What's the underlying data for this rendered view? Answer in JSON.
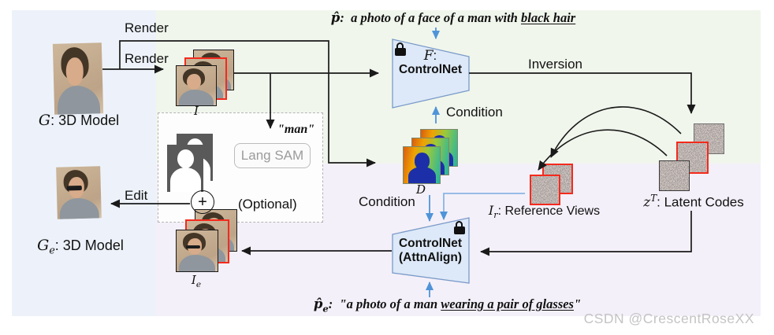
{
  "labels": {
    "render_top": "Render",
    "render_bottom": "Render",
    "inversion": "Inversion",
    "condition_upper": "Condition",
    "condition_lower": "Condition",
    "edit": "Edit",
    "optional": "(Optional)",
    "man_query": "\"man\"",
    "lang_sam": "Lang SAM",
    "plus": "+"
  },
  "nodes": {
    "source_model": {
      "sym": "G",
      "rest": ": 3D Model"
    },
    "edited_model": {
      "sym": "G",
      "sub": "e",
      "rest": ": 3D Model"
    },
    "rendered_images": {
      "sym": "I"
    },
    "edited_images": {
      "sym": "I",
      "sub": "e"
    },
    "depth_maps": {
      "sym": "D"
    },
    "latent_codes": {
      "sym": "z",
      "sup": "T",
      "rest": ": Latent Codes"
    },
    "reference_views": {
      "sym": "I",
      "sub": "r",
      "rest": ": Reference Views"
    },
    "controlnet_top": {
      "sym": "F",
      "suffix": ":",
      "name": "ControlNet"
    },
    "controlnet_bottom": {
      "line1": "ControlNet",
      "line2": "(AttnAlign)"
    }
  },
  "prompts": {
    "top": {
      "sym": "p̂",
      "colon": ":",
      "text": "a photo of a face of a man with ",
      "underlined": "black hair",
      "suffix": ""
    },
    "bottom": {
      "sym": "p̂",
      "sub": "e",
      "colon": ":",
      "text": "\"a photo of a man ",
      "underlined": "wearing a pair of glasses",
      "suffix": "\""
    }
  },
  "watermark": "CSDN @CrescentRoseXX",
  "colors": {
    "panel_left": "#edf2fa",
    "panel_top": "#f0f6ec",
    "panel_bottom": "#f4f0f9",
    "trapezoid_fill": "#dde9f8",
    "trapezoid_border": "#7a9ac8",
    "arrow_black": "#1a1a1a",
    "arrow_blue": "#4f94d9",
    "highlight_red_border": "#f42a1d"
  }
}
